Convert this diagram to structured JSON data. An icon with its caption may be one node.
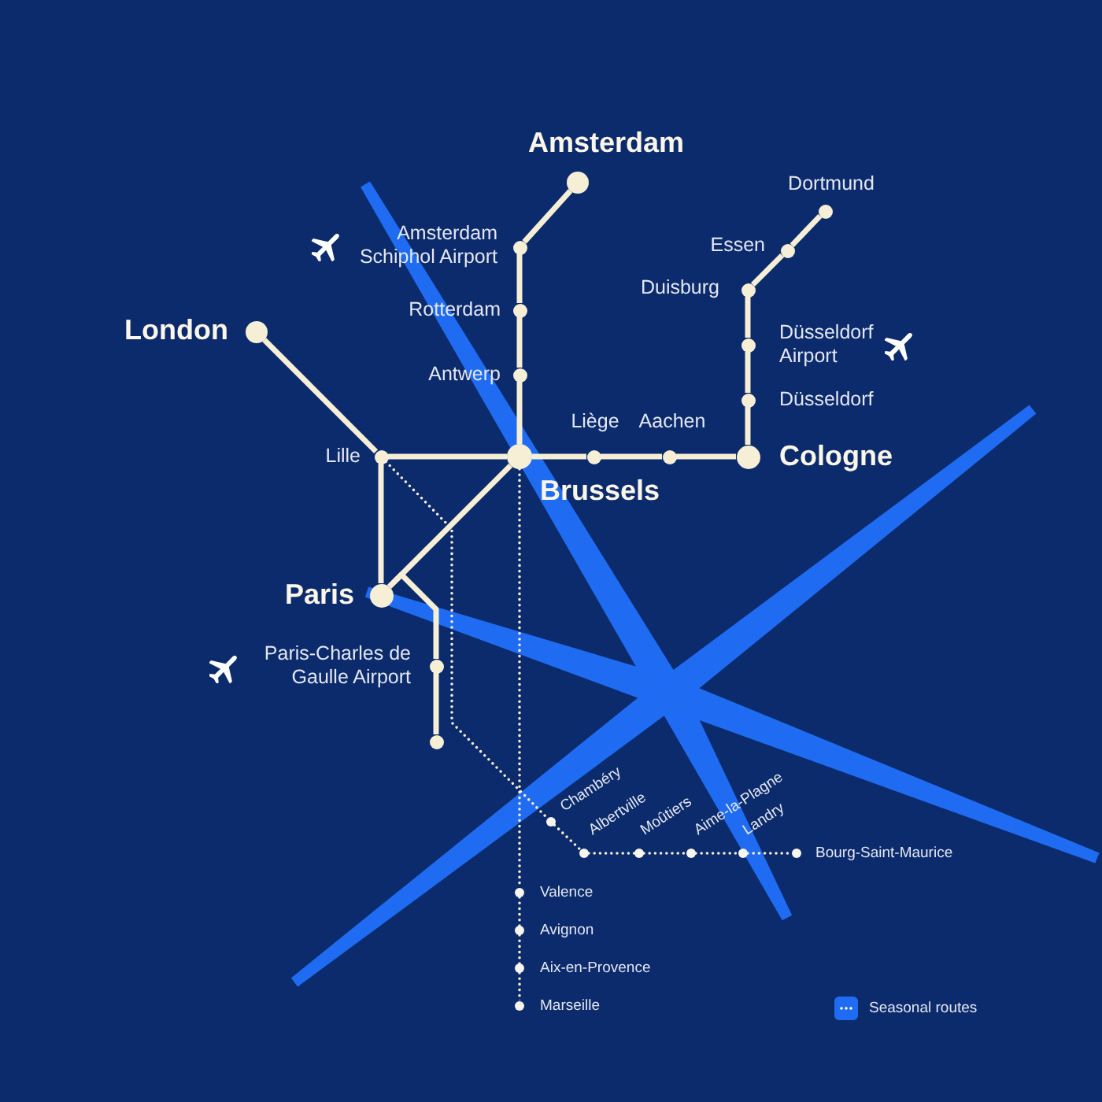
{
  "diagram": {
    "nodes": [
      {
        "text": [
          "Amsterdam"
        ]
      },
      {
        "text": [
          "Amsterdam Schiphol Airport"
        ]
      },
      {
        "text": [
          "Rotterdam"
        ]
      },
      {
        "text": [
          "Antwerp"
        ]
      },
      {
        "text": [
          "London"
        ]
      },
      {
        "text": [
          "Lille"
        ]
      },
      {
        "text": [
          "Brussels"
        ]
      },
      {
        "text": [
          "Liège"
        ]
      },
      {
        "text": [
          "Aachen"
        ]
      },
      {
        "text": [
          "Cologne"
        ]
      },
      {
        "text": [
          "Düsseldorf"
        ]
      },
      {
        "text": [
          "Düsseldorf Airport"
        ]
      },
      {
        "text": [
          "Duisburg"
        ]
      },
      {
        "text": [
          "Essen"
        ]
      },
      {
        "text": [
          "Dortmund"
        ]
      },
      {
        "text": [
          "Paris"
        ]
      },
      {
        "text": [
          "Paris-Charles de Gaulle Airport"
        ]
      },
      {
        "text": [],
        "shape": "circle"
      },
      {
        "text": [
          "Chambéry"
        ]
      },
      {
        "text": [
          "Albertville"
        ]
      },
      {
        "text": [
          "Moûtiers"
        ]
      },
      {
        "text": [
          "Aime-la-Plagne"
        ]
      },
      {
        "text": [
          "Landry"
        ]
      },
      {
        "text": [
          "Bourg-Saint-Maurice"
        ]
      },
      {
        "text": [
          "Valence"
        ]
      },
      {
        "text": [
          "Avignon"
        ]
      },
      {
        "text": [
          "Aix-en-Provence"
        ]
      },
      {
        "text": [
          "Marseille"
        ]
      }
    ],
    "edges": [
      {
        "from": 4,
        "to": 5,
        "arrow": "none"
      },
      {
        "from": 5,
        "to": 6,
        "arrow": "none"
      },
      {
        "from": 5,
        "to": 15,
        "arrow": "none"
      },
      {
        "from": 15,
        "to": 6,
        "arrow": "none"
      },
      {
        "from": 15,
        "to": 16,
        "arrow": "none"
      },
      {
        "from": 16,
        "to": 17,
        "arrow": "none"
      },
      {
        "from": 6,
        "to": 3,
        "arrow": "none"
      },
      {
        "from": 3,
        "to": 2,
        "arrow": "none"
      },
      {
        "from": 2,
        "to": 1,
        "arrow": "none"
      },
      {
        "from": 1,
        "to": 0,
        "arrow": "none"
      },
      {
        "from": 6,
        "to": 7,
        "arrow": "none"
      },
      {
        "from": 7,
        "to": 8,
        "arrow": "none"
      },
      {
        "from": 8,
        "to": 9,
        "arrow": "none"
      },
      {
        "from": 9,
        "to": 10,
        "arrow": "none"
      },
      {
        "from": 10,
        "to": 11,
        "arrow": "none"
      },
      {
        "from": 11,
        "to": 12,
        "arrow": "none"
      },
      {
        "from": 12,
        "to": 13,
        "arrow": "none"
      },
      {
        "from": 13,
        "to": 14,
        "arrow": "none"
      },
      {
        "from": 5,
        "to": 18,
        "arrow": "none",
        "style": "dashed"
      },
      {
        "from": 18,
        "to": 19,
        "arrow": "none",
        "style": "dashed"
      },
      {
        "from": 19,
        "to": 20,
        "arrow": "none",
        "style": "dashed"
      },
      {
        "from": 20,
        "to": 21,
        "arrow": "none",
        "style": "dashed"
      },
      {
        "from": 21,
        "to": 22,
        "arrow": "none",
        "style": "dashed"
      },
      {
        "from": 22,
        "to": 23,
        "arrow": "none",
        "style": "dashed"
      },
      {
        "from": 6,
        "to": 24,
        "arrow": "none",
        "style": "dashed"
      },
      {
        "from": 24,
        "to": 25,
        "arrow": "none",
        "style": "dashed"
      },
      {
        "from": 25,
        "to": 26,
        "arrow": "none",
        "style": "dashed"
      },
      {
        "from": 26,
        "to": 27,
        "arrow": "none",
        "style": "dashed"
      }
    ],
    "legend": [
      {
        "text": "Seasonal routes"
      }
    ]
  }
}
